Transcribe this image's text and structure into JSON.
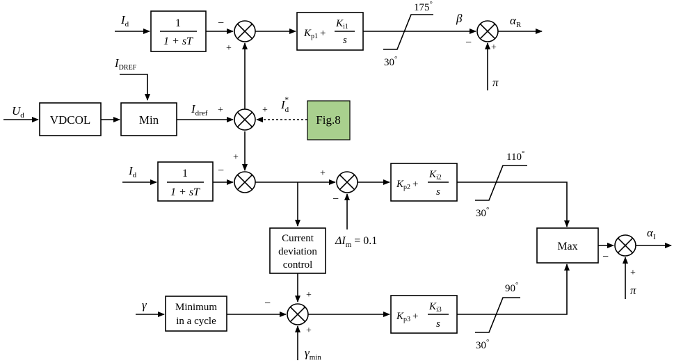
{
  "inputs": {
    "id_top": "I",
    "id_top_sub": "d",
    "idref_top": "I",
    "idref_top_sub": "DREF",
    "ud": "U",
    "ud_sub": "d",
    "id_mid": "I",
    "id_mid_sub": "d",
    "gamma": "γ",
    "gamma_min": "γ",
    "gamma_min_sub": "min",
    "pi_top": "π",
    "pi_bottom": "π",
    "id_star": "I",
    "id_star_sub": "d",
    "id_star_sup": "*"
  },
  "blocks": {
    "filter_top_num": "1",
    "filter_top_den": "1 + sT",
    "filter_mid_num": "1",
    "filter_mid_den": "1 + sT",
    "pi1_kp": "K",
    "pi1_kp_sub": "p1",
    "pi1_ki": "K",
    "pi1_ki_sub": "i1",
    "pi1_s": "s",
    "pi2_kp": "K",
    "pi2_kp_sub": "p2",
    "pi2_ki": "K",
    "pi2_ki_sub": "i2",
    "pi2_s": "s",
    "pi3_kp": "K",
    "pi3_kp_sub": "p3",
    "pi3_ki": "K",
    "pi3_ki_sub": "i3",
    "pi3_s": "s",
    "vdcol": "VDCOL",
    "min": "Min",
    "fig8": "Fig.8",
    "max": "Max",
    "cdc_line1": "Current",
    "cdc_line2": "deviation",
    "cdc_line3": "control",
    "mic_line1": "Minimum",
    "mic_line2": "in a cycle",
    "plus": "+"
  },
  "labels": {
    "idref": "I",
    "idref_sub": "dref",
    "beta": "β",
    "alpha_r": "α",
    "alpha_r_sub": "R",
    "alpha_i": "α",
    "alpha_i_sub": "I",
    "delta_im_pre": "ΔI",
    "delta_im_sub": "m",
    "delta_im_post": " = 0.1"
  },
  "limiters": {
    "l1_max": "175",
    "l1_min": "30",
    "l2_max": "110",
    "l2_min": "30",
    "l3_max": "90",
    "l3_min": "30",
    "deg": "°"
  },
  "signs": {
    "s1_left": "−",
    "s1_bottom": "+",
    "s2_left": "+",
    "s2_right": "+",
    "s2_bottom": "+",
    "s3_left": "−",
    "s4_top": "+",
    "s4_bottom": "−",
    "s5_top": "+",
    "s5_left": "−",
    "s5_bottom": "+",
    "s6_left": "−",
    "s6_bottom": "+",
    "s7_left": "−",
    "s7_bottom": "+"
  }
}
